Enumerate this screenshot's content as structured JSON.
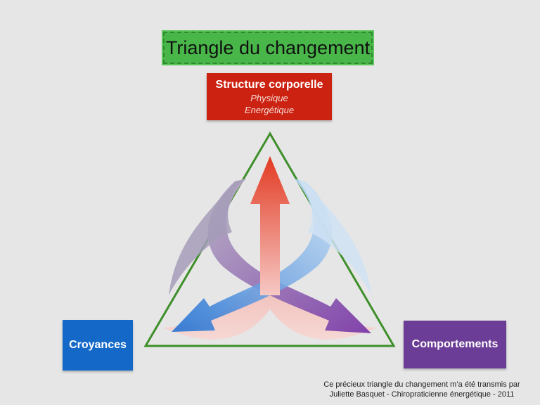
{
  "title": "Triangle du changement",
  "top_box": {
    "heading": "Structure corporelle",
    "line1": "Physique",
    "line2": "Energétique"
  },
  "left_box": {
    "heading": "Croyances"
  },
  "right_box": {
    "heading": "Comportements"
  },
  "credit": {
    "line1": "Ce précieux triangle du changement m’a été transmis par",
    "line2": "Juliette Basquet - Chiropraticienne énergétique - 2011"
  },
  "colors": {
    "background": "#e6e6e6",
    "title_fill": "#48b648",
    "top_box": "#cc2211",
    "left_box": "#1469c8",
    "right_box": "#6c3d96",
    "triangle_outline": "#3e8f2a",
    "arrow_red": "#e0442c",
    "arrow_blue": "#1f6fd0",
    "arrow_purple": "#7a3ea8"
  }
}
